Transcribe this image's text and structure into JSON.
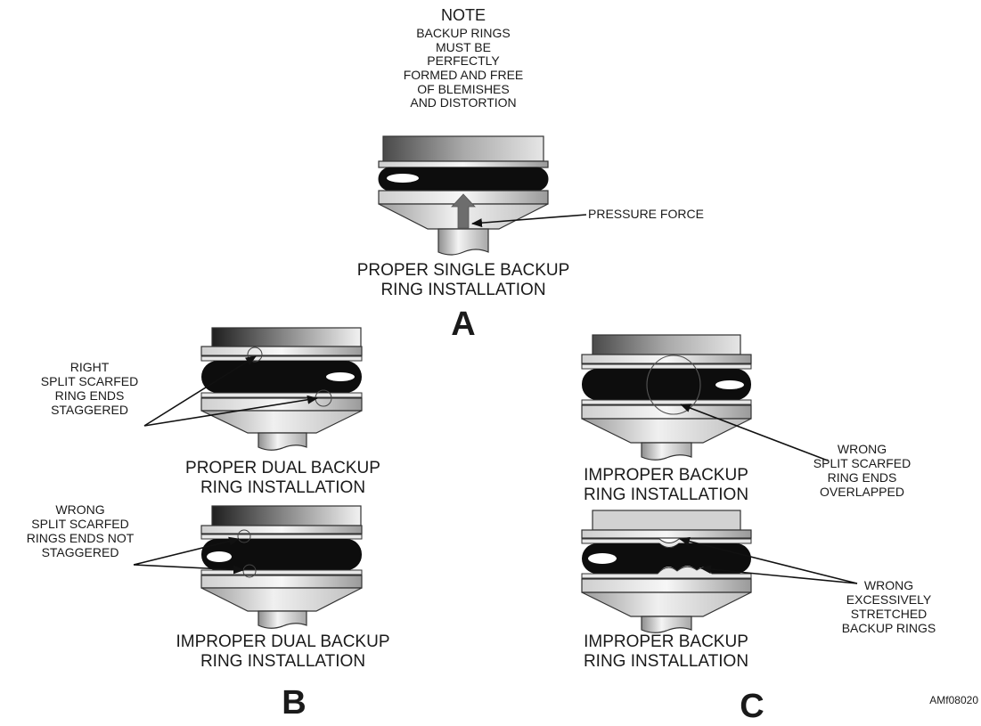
{
  "note": {
    "title": "NOTE",
    "body": "BACKUP RINGS\nMUST BE\nPERFECTLY\nFORMED AND FREE\nOF BLEMISHES\nAND DISTORTION"
  },
  "figure_a": {
    "callout": "PRESSURE FORCE",
    "caption": "PROPER SINGLE BACKUP\nRING INSTALLATION",
    "letter": "A"
  },
  "figure_b_top": {
    "callout": "RIGHT\nSPLIT SCARFED\nRING ENDS\nSTAGGERED",
    "caption": "PROPER DUAL BACKUP\nRING INSTALLATION"
  },
  "figure_b_bottom": {
    "callout": "WRONG\nSPLIT SCARFED\nRINGS ENDS NOT\nSTAGGERED",
    "caption": "IMPROPER DUAL BACKUP\nRING INSTALLATION",
    "letter": "B"
  },
  "figure_c_top": {
    "callout": "WRONG\nSPLIT SCARFED\nRING ENDS\nOVERLAPPED",
    "caption": "IMPROPER BACKUP\nRING INSTALLATION"
  },
  "figure_c_bottom": {
    "callout": "WRONG\nEXCESSIVELY\nSTRETCHED\nBACKUP RINGS",
    "caption": "IMPROPER BACKUP\nRING INSTALLATION",
    "letter": "C"
  },
  "figure_code": "AMf08020"
}
